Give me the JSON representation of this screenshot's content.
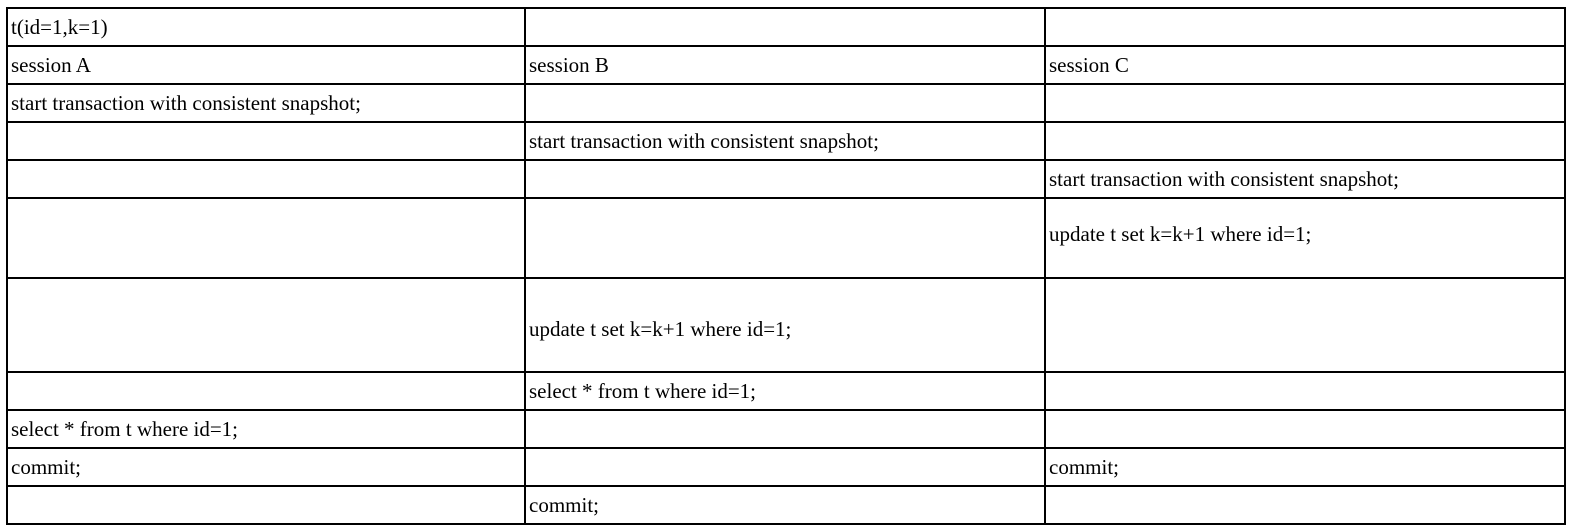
{
  "table": {
    "header_row": [
      "t(id=1,k=1)",
      "",
      ""
    ],
    "columns": [
      "session A",
      "session B",
      "session C"
    ],
    "rows": [
      [
        "start transaction with consistent snapshot;",
        "",
        ""
      ],
      [
        "",
        "start transaction with consistent snapshot;",
        ""
      ],
      [
        "",
        "",
        "start transaction with consistent snapshot;"
      ],
      [
        "",
        "",
        "update t set k=k+1 where id=1;"
      ],
      [
        "",
        "update t set k=k+1 where id=1;",
        ""
      ],
      [
        "",
        "select * from t where id=1;",
        ""
      ],
      [
        "select * from t where id=1;",
        "",
        ""
      ],
      [
        "commit;",
        "",
        "commit;"
      ],
      [
        "",
        "commit;",
        ""
      ]
    ]
  }
}
